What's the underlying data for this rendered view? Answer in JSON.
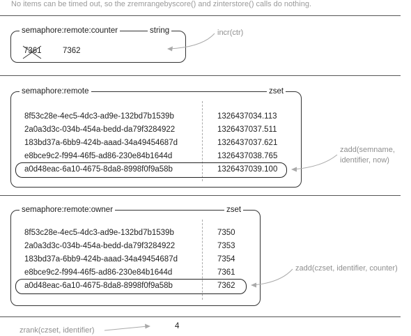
{
  "caption": "No items can be timed out, so the zremrangebyscore() and zinterstore() calls do nothing.",
  "counter": {
    "key": "semaphore:remote:counter",
    "type": "string",
    "old_value": "7361",
    "new_value": "7362",
    "annotation": "incr(ctr)"
  },
  "remote": {
    "key": "semaphore:remote",
    "type": "zset",
    "rows": [
      {
        "member": "8f53c28e-4ec5-4dc3-ad9e-132bd7b1539b",
        "score": "1326437034.113"
      },
      {
        "member": "2a0a3d3c-034b-454a-bedd-da79f3284922",
        "score": "1326437037.511"
      },
      {
        "member": "183bd37a-6bb9-424b-aaad-34a49454687d",
        "score": "1326437037.621"
      },
      {
        "member": "e8bce9c2-f994-46f5-ad86-230e84b1644d",
        "score": "1326437038.765"
      },
      {
        "member": "a0d48eac-6a10-4675-8da8-8998f0f9a58b",
        "score": "1326437039.100"
      }
    ],
    "annotation_line1": "zadd(semname,",
    "annotation_line2": "identifier, now)"
  },
  "owner": {
    "key": "semaphore:remote:owner",
    "type": "zset",
    "rows": [
      {
        "member": "8f53c28e-4ec5-4dc3-ad9e-132bd7b1539b",
        "score": "7350"
      },
      {
        "member": "2a0a3d3c-034b-454a-bedd-da79f3284922",
        "score": "7353"
      },
      {
        "member": "183bd37a-6bb9-424b-aaad-34a49454687d",
        "score": "7354"
      },
      {
        "member": "e8bce9c2-f994-46f5-ad86-230e84b1644d",
        "score": "7361"
      },
      {
        "member": "a0d48eac-6a10-4675-8da8-8998f0f9a58b",
        "score": "7362"
      }
    ],
    "annotation": "zadd(czset, identifier, counter)"
  },
  "zrank": {
    "annotation": "zrank(czset, identifier)",
    "result": "4"
  }
}
